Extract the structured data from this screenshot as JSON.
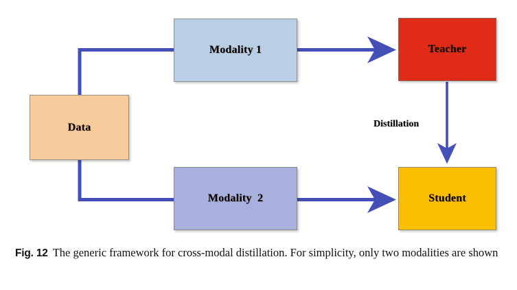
{
  "figure": {
    "caption_label": "Fig. 12",
    "caption_text": "The generic framework for cross-modal distillation. For simplicity, only two modalities are shown"
  },
  "colors": {
    "data_fill": "#f8cb9c",
    "modality1_fill": "#b9cfe6",
    "modality2_fill": "#a8b0dd",
    "teacher_fill": "#e02b18",
    "student_fill": "#fbbf00",
    "arrow": "#4450b8",
    "box_border": "#8a8a8a",
    "text": "#000000",
    "background": "#ffffff"
  },
  "diagram": {
    "type": "flowchart",
    "nodes": [
      {
        "id": "data",
        "label": "Data",
        "fill": "#f8cb9c"
      },
      {
        "id": "modality1",
        "label": "Modality 1",
        "fill": "#b9cfe6"
      },
      {
        "id": "modality2",
        "label": "Modality  2",
        "fill": "#a8b0dd"
      },
      {
        "id": "teacher",
        "label": "Teacher",
        "fill": "#e02b18"
      },
      {
        "id": "student",
        "label": "Student",
        "fill": "#fbbf00"
      }
    ],
    "edges": [
      {
        "from": "data",
        "to": "modality1",
        "label": ""
      },
      {
        "from": "data",
        "to": "modality2",
        "label": ""
      },
      {
        "from": "modality1",
        "to": "teacher",
        "label": ""
      },
      {
        "from": "modality2",
        "to": "student",
        "label": ""
      },
      {
        "from": "teacher",
        "to": "student",
        "label": "Distillation"
      }
    ],
    "edge_labels": {
      "distillation": "Distillation"
    }
  }
}
